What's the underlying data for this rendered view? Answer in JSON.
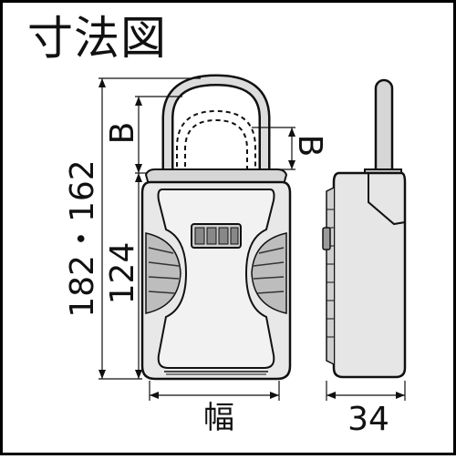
{
  "title": "寸法図",
  "labels": {
    "total_height": "182・162",
    "body_height": "124",
    "shackle_b_left": "B",
    "shackle_b_right": "B",
    "width": "幅",
    "depth": "34"
  },
  "colors": {
    "line": "#111111",
    "body_fill": "#e6e6e6",
    "shade": "#cfcfcf",
    "dark": "#9a9a9a",
    "border": "#000000"
  }
}
